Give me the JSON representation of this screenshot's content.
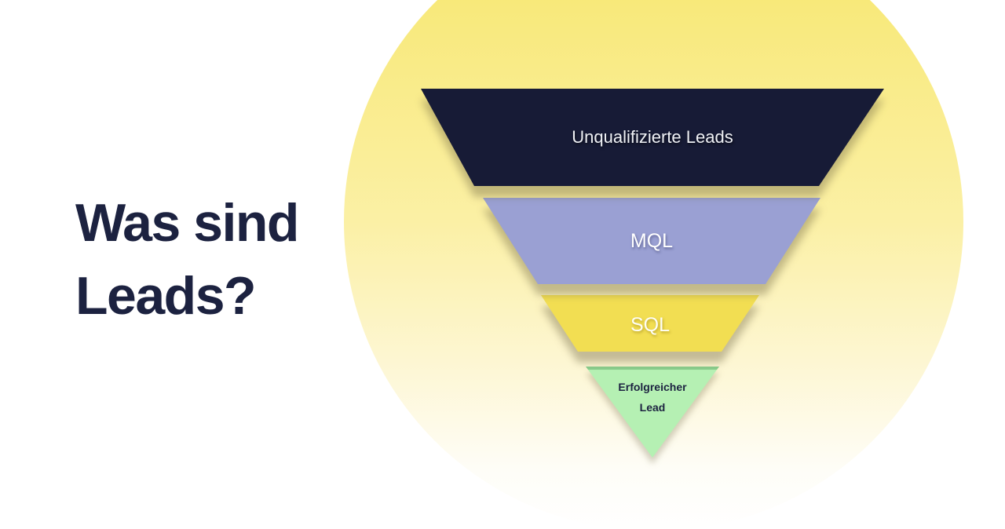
{
  "title": {
    "line1": "Was sind",
    "line2": "Leads?",
    "color": "#1c2240"
  },
  "background": {
    "page_color": "#ffffff",
    "circle_top_color": "#f7e868",
    "circle_mid_color": "#fbf0a5",
    "circle_bottom_color": "#ffffff",
    "circle_gradient_css": "linear-gradient(180deg, #f7e866 6%, #f8e97b 15%, #fbf0a5 50%, #fdf6d1 72%, #fefdf7 90%, #ffffff 100%)"
  },
  "chart_data": {
    "type": "funnel",
    "title": "Was sind Leads?",
    "orientation": "inverted",
    "stages": [
      {
        "label": "Unqualifizierte Leads",
        "fill": "#171b36",
        "text_color": "#eff1f5"
      },
      {
        "label": "MQL",
        "fill": "#9aa0d3",
        "text_color": "#ffffff"
      },
      {
        "label": "SQL",
        "fill": "#f2de52",
        "text_color": "#fefef6"
      },
      {
        "label": "Erfolgreicher Lead",
        "label_line1": "Erfolgreicher",
        "label_line2": "Lead",
        "fill": "#b5f0b3",
        "text_color": "#1c2240"
      }
    ]
  }
}
